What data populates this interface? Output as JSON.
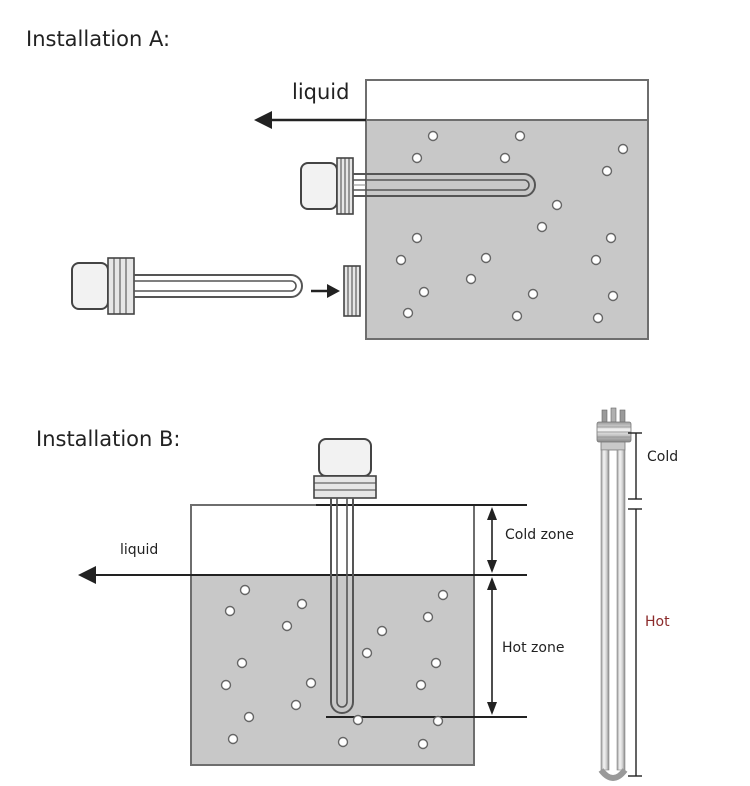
{
  "installation_a": {
    "title": "Installation A:",
    "liquid_label": "liquid"
  },
  "installation_b": {
    "title": "Installation B:",
    "liquid_label": "liquid",
    "cold_zone_label": "Cold zone",
    "hot_zone_label": "Hot zone"
  },
  "element_photo": {
    "cold_label": "Cold",
    "hot_label": "Hot"
  },
  "colors": {
    "liquid_fill": "#c8c8c8",
    "tank_stroke": "#6e6e6e",
    "hot_label": "#8b2a2a"
  }
}
